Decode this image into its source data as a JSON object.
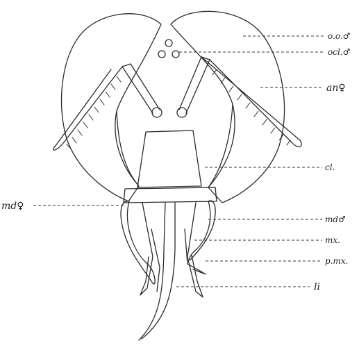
{
  "labels": {
    "oo_male": "o.o.♂",
    "ocl_male": "ocl.♂",
    "an_female": "an♀",
    "cl": "cl.",
    "md_female": "md♀",
    "md_male": "md♂",
    "mx": "mx.",
    "pmx": "p.mx.",
    "li": "li"
  }
}
